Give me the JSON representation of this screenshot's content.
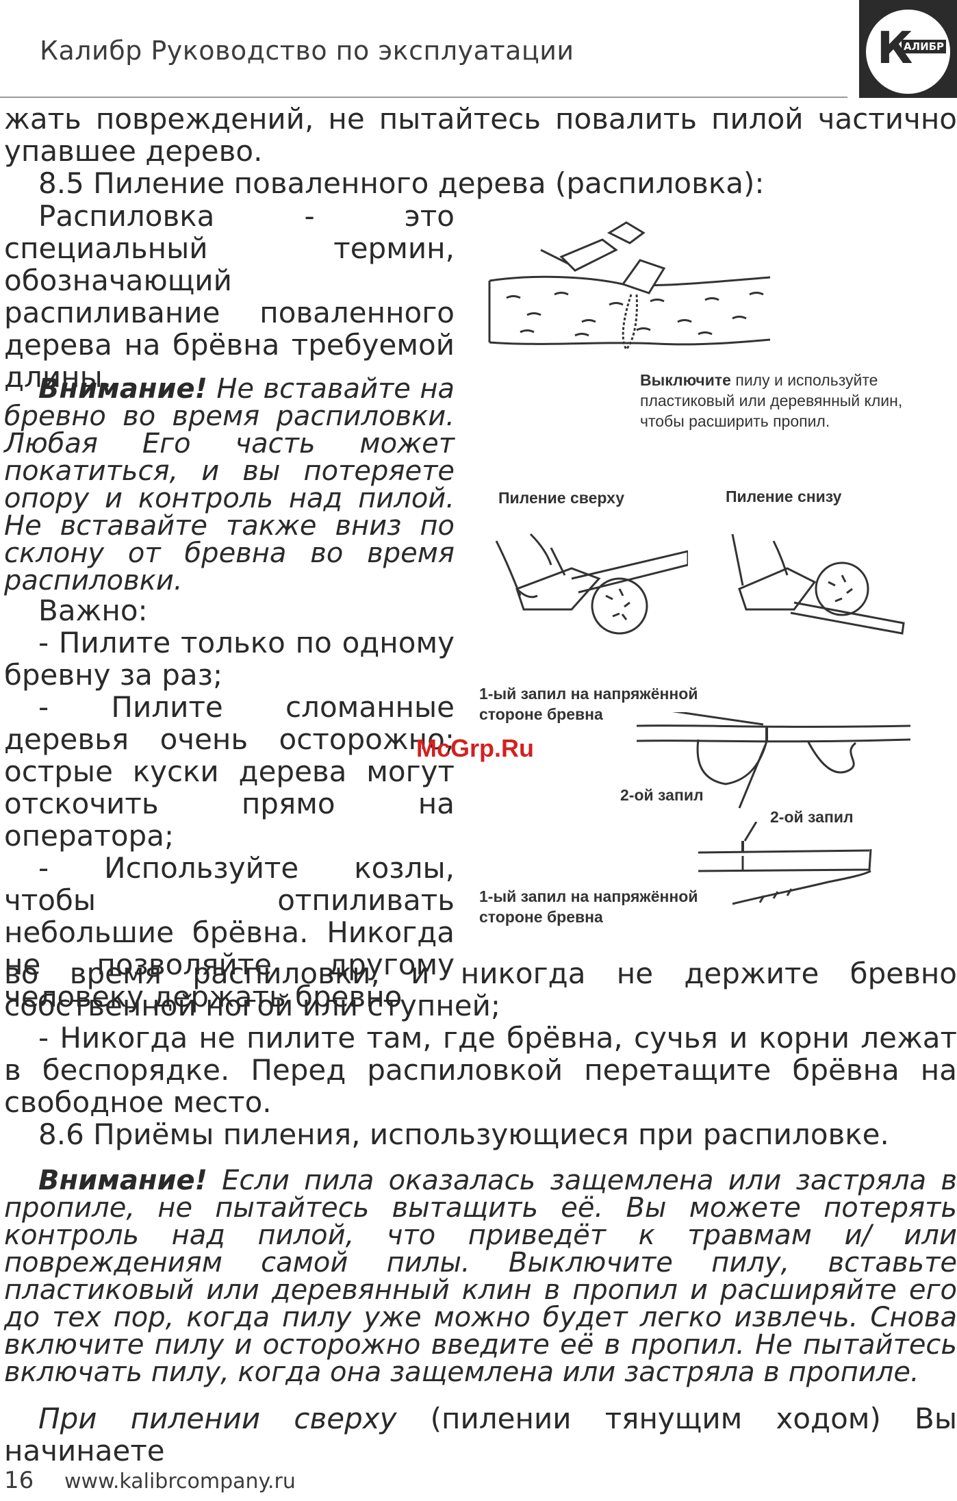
{
  "header": {
    "title": "Калибр Руководство по эксплуатации",
    "logo_letter": "К",
    "logo_word": "АЛИБР"
  },
  "body": {
    "intro": "жать повреждений, не пытайтесь повалить пилой частично упавшее дерево.",
    "section_8_5": "8.5 Пиление поваленного дерева (распиловка):",
    "definition": "Распиловка - это специальный термин, обозначающий распиливание поваленного дерева на брёвна требуемой длины.",
    "warning1_label": "Внимание!",
    "warning1_text": " Не вставайте на бревно во время распиловки. Любая Его часть может покатиться, и вы потеряете опору и контроль над пилой. Не вставайте также вниз по склону от бревна во время распиловки.",
    "important_label": "Важно:",
    "bullet1": "- Пилите только по одному бревну за раз;",
    "bullet2_part1": "- Пилите сломанные деревья очень осторожно; острые куски дерева могут отскочить прямо на оператора;",
    "bullet3_part1": "- Используйте козлы, чтобы отпиливать небольшие брёвна. Никогда не позволяйте другому человеку держать бревно",
    "bullet3_part2": "во время распиловки, и никогда не держите бревно собственной ногой или ступней;",
    "bullet4": "- Никогда не пилите там, где брёвна, сучья и корни лежат в беспорядке. Перед распиловкой перетащите брёвна на свободное место.",
    "section_8_6": "8.6 Приёмы пиления, использующиеся при распиловке.",
    "warning2_label": "Внимание!",
    "warning2_text": " Если пила оказалась защемлена или застряла в пропиле, не пытайтесь вытащить её. Вы можете потерять контроль над пилой, что приведёт к травмам и/ или повреждениям самой пилы. Выключите пилу, вставьте пластиковый или деревянный клин в пропил и расширяйте его до тех пор, когда пилу уже можно будет легко извлечь. Снова включите пилу и осторожно введите её в пропил. Не пытайтесь включать пилу, когда она защемлена или застряла в пропиле.",
    "last_line_italic": "При пилении сверху",
    "last_line_rest": " (пилении тянущим ходом) Вы начинаете"
  },
  "figures": {
    "wedge_caption_bold": "Выключите",
    "wedge_caption_rest": " пилу и используйте пластиковый или деревянный клин, чтобы расширить пропил.",
    "label_top_cut": "Пиление сверху",
    "label_bottom_cut": "Пиление снизу",
    "diagram1_first_cut": "1-ый запил на напряжённой стороне бревна",
    "diagram1_second_cut": "2-ой запил",
    "diagram2_second_cut": "2-ой запил",
    "diagram2_first_cut": "1-ый запил на напряжённой стороне бревна"
  },
  "watermark": "McGrp.Ru",
  "footer": {
    "page_number": "16",
    "url": "www.kalibrcompany.ru"
  }
}
